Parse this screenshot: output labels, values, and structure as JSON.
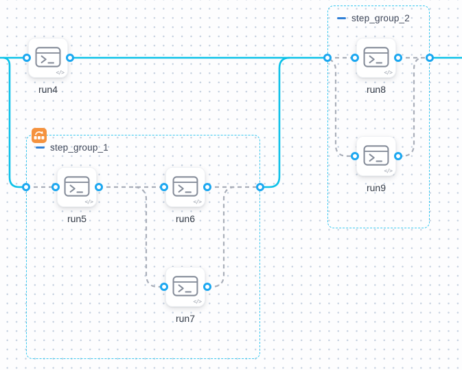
{
  "canvas": {
    "background": "#fdfdfe",
    "grid_dot_color": "#c6d1e0"
  },
  "colors": {
    "solid_edge": "#0bc1e8",
    "dashed_edge": "#a9aeb9",
    "port_stroke": "#1ba7f0",
    "group_border": "#38c8f0",
    "group_label_text": "#3f4759",
    "node_label_text": "#333a45",
    "collapse_icon": "#2f7fd6",
    "loop_badge_background": "#f5923e",
    "node_icon_stroke": "#868d9a"
  },
  "nodes": [
    {
      "id": "run4",
      "label": "run4",
      "icon": "terminal-icon",
      "badge_text": "</>"
    },
    {
      "id": "run5",
      "label": "run5",
      "icon": "terminal-icon",
      "badge_text": "</>"
    },
    {
      "id": "run6",
      "label": "run6",
      "icon": "terminal-icon",
      "badge_text": "</>"
    },
    {
      "id": "run7",
      "label": "run7",
      "icon": "terminal-icon",
      "badge_text": "</>"
    },
    {
      "id": "run8",
      "label": "run8",
      "icon": "terminal-icon",
      "badge_text": "</>"
    },
    {
      "id": "run9",
      "label": "run9",
      "icon": "terminal-icon",
      "badge_text": "</>"
    }
  ],
  "groups": [
    {
      "id": "step_group_1",
      "label": "step_group_1",
      "collapse_icon": "minus-icon",
      "corner_badge": "loop-items-icon"
    },
    {
      "id": "step_group_2",
      "label": "step_group_2",
      "collapse_icon": "minus-icon"
    }
  ],
  "edges": [
    {
      "from": "input",
      "to": "run4",
      "type": "solid"
    },
    {
      "from": "input",
      "to": "step_group_1",
      "type": "solid"
    },
    {
      "from": "run4",
      "to": "step_group_2",
      "type": "solid"
    },
    {
      "from": "step_group_1",
      "to": "step_group_2",
      "type": "solid"
    },
    {
      "from": "step_group_2",
      "to": "output",
      "type": "solid"
    },
    {
      "from": "step_group_1.in",
      "to": "run5",
      "type": "dashed"
    },
    {
      "from": "run5",
      "to": "run6",
      "type": "dashed"
    },
    {
      "from": "run5",
      "to": "run7",
      "type": "dashed"
    },
    {
      "from": "run6",
      "to": "step_group_1.out",
      "type": "dashed"
    },
    {
      "from": "run7",
      "to": "step_group_1.out",
      "type": "dashed"
    },
    {
      "from": "step_group_2.in",
      "to": "run8",
      "type": "dashed"
    },
    {
      "from": "step_group_2.in",
      "to": "run9",
      "type": "dashed"
    },
    {
      "from": "run8",
      "to": "step_group_2.out",
      "type": "dashed"
    },
    {
      "from": "run9",
      "to": "step_group_2.out",
      "type": "dashed"
    }
  ]
}
